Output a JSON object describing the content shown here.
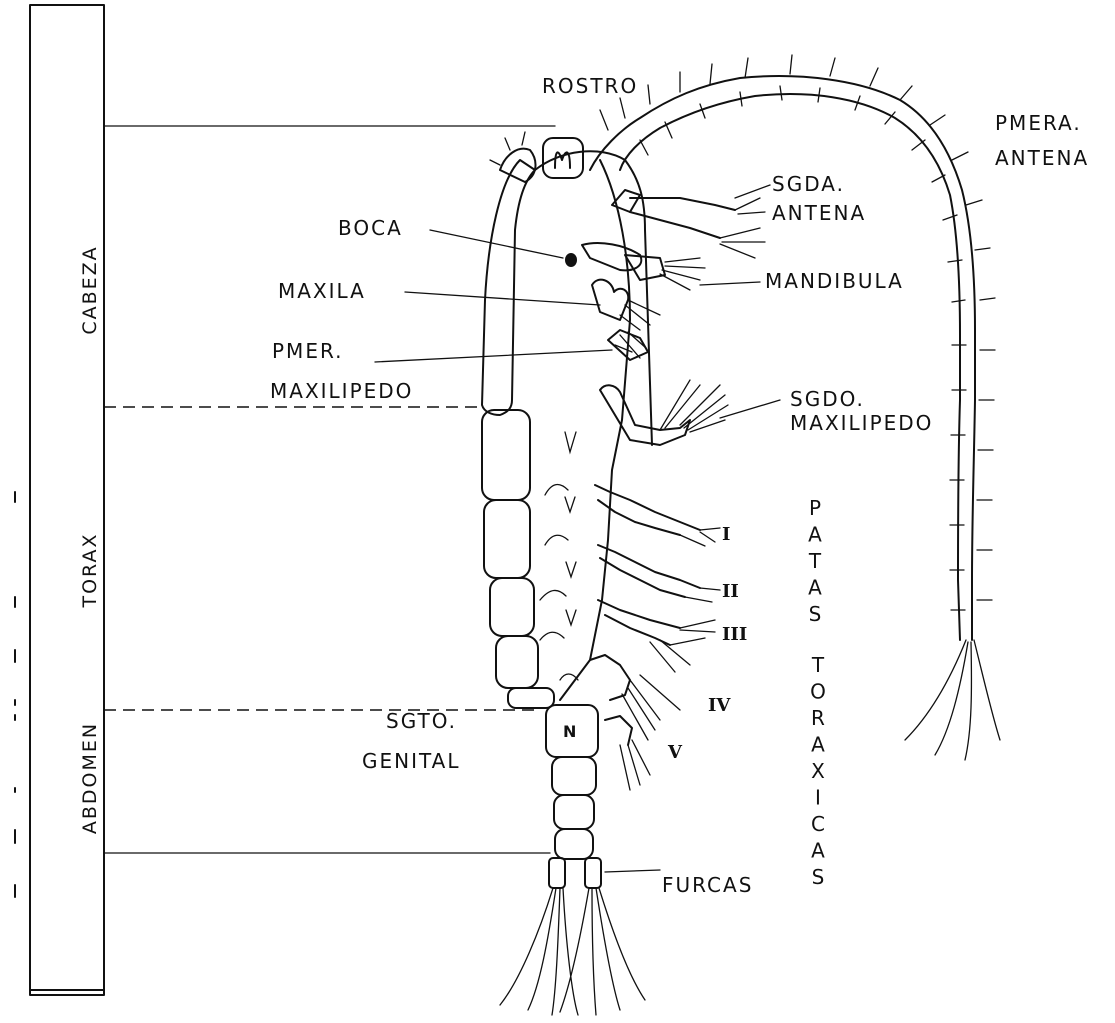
{
  "regions": {
    "cabeza": "CABEZA",
    "torax": "TORAX",
    "abdomen": "ABDOMEN"
  },
  "labels": {
    "rostro": "ROSTRO",
    "pmera_antena": [
      "PMERA.",
      "ANTENA"
    ],
    "sgda_antena": [
      "SGDA.",
      "ANTENA"
    ],
    "boca": "BOCA",
    "mandibula": "MANDIBULA",
    "maxila": "MAXILA",
    "pmer_maxilipedo": [
      "PMER.",
      "MAXILIPEDO"
    ],
    "sgdo_maxilipedo": [
      "SGDO.",
      "MAXILIPEDO"
    ],
    "sgto_genital": [
      "SGTO.",
      "GENITAL"
    ],
    "furcas": "FURCAS",
    "patas_toraxicas": "PATAS TORAXICAS"
  },
  "legs": [
    "I",
    "II",
    "III",
    "IV",
    "V"
  ]
}
